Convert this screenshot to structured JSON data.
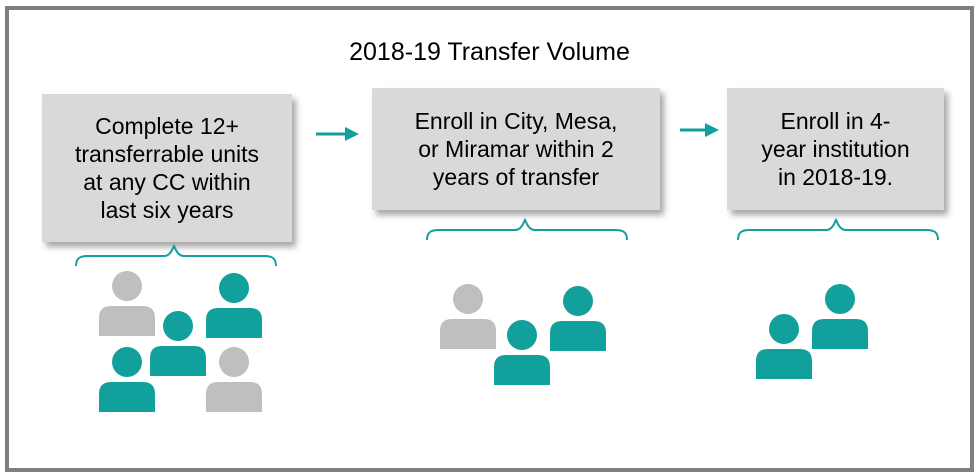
{
  "diagram": {
    "title": "2018-19 Transfer Volume",
    "steps": [
      {
        "label": "Complete 12+\ntransferrable units\nat any CC within\nlast six years",
        "people": [
          {
            "color": "gray"
          },
          {
            "color": "teal"
          },
          {
            "color": "teal"
          },
          {
            "color": "teal"
          },
          {
            "color": "gray"
          },
          {
            "color": "gray"
          }
        ]
      },
      {
        "label": "Enroll in City, Mesa,\nor Miramar within 2\nyears of transfer",
        "people": [
          {
            "color": "gray"
          },
          {
            "color": "teal"
          },
          {
            "color": "teal"
          }
        ]
      },
      {
        "label": "Enroll in 4-\nyear institution\nin 2018-19.",
        "people": [
          {
            "color": "teal"
          },
          {
            "color": "teal"
          }
        ]
      }
    ],
    "colors": {
      "accent": "#12a09c",
      "inactive": "#bfbfbf",
      "box": "#d9d9d9",
      "border": "#7f7f7f"
    }
  }
}
